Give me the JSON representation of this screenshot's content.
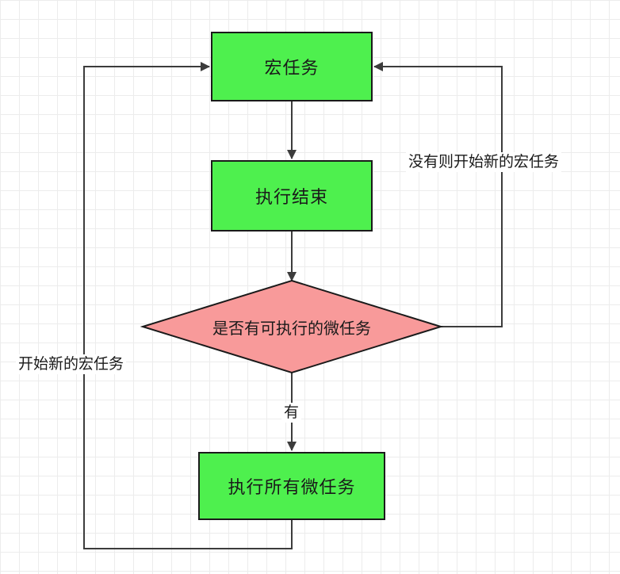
{
  "diagram": {
    "nodes": {
      "macrotask": {
        "label": "宏任务"
      },
      "exec_end": {
        "label": "执行结束"
      },
      "has_micro": {
        "label": "是否有可执行的微任务"
      },
      "exec_all_micro": {
        "label": "执行所有微任务"
      }
    },
    "edge_labels": {
      "no_new_macro": "没有则开始新的宏任务",
      "start_new_macro": "开始新的宏任务",
      "yes": "有"
    },
    "colors": {
      "process_fill": "#4ef04e",
      "decision_fill": "#f89a9a",
      "stroke": "#1a1a1a",
      "line": "#3c3c3c"
    }
  }
}
